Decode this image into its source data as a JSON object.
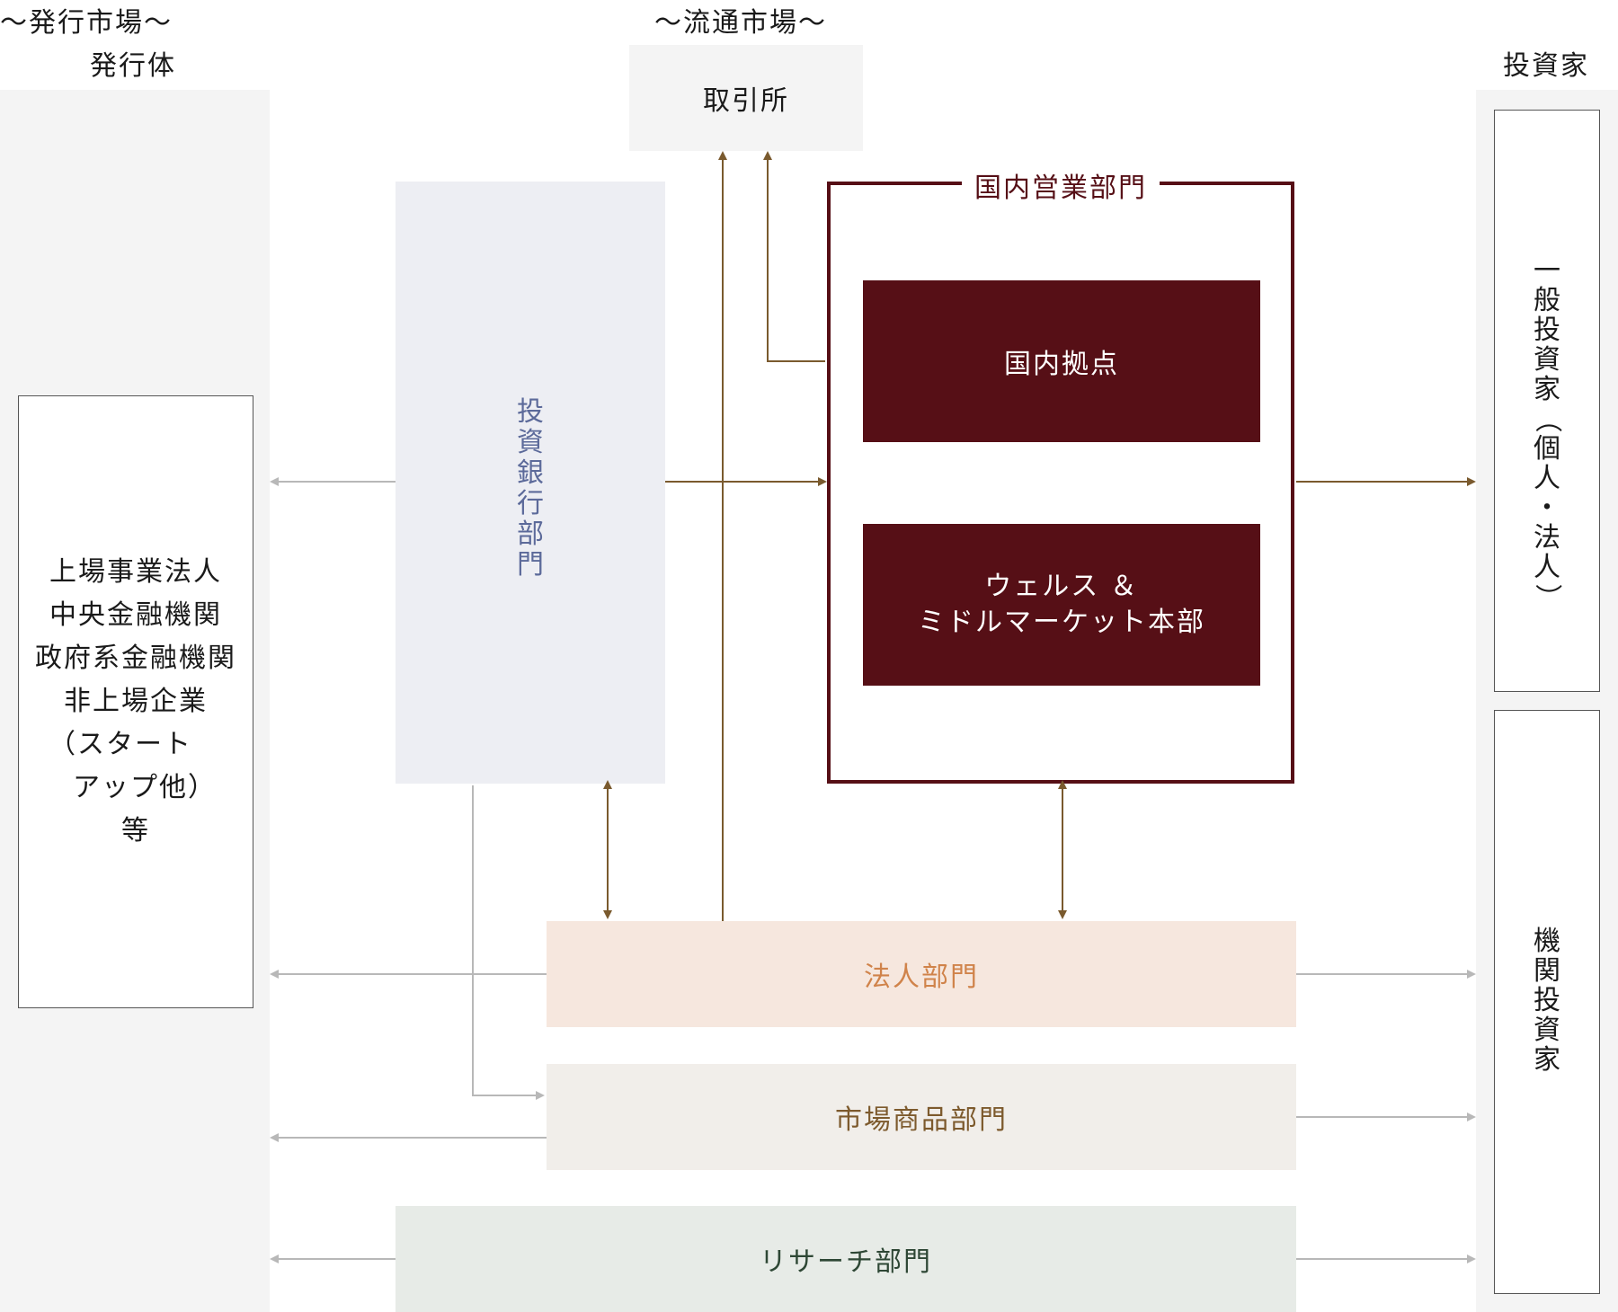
{
  "headers": {
    "issuance_market": "～発行市場～",
    "issuers": "発行体",
    "secondary_market": "～流通市場～",
    "investors": "投資家"
  },
  "exchange": {
    "label": "取引所"
  },
  "issuer_box": {
    "lines": [
      "上場事業法人",
      "中央金融機関",
      "政府系金融機関",
      "非上場企業",
      "（スタート",
      "アップ他）",
      "等"
    ]
  },
  "investment_banking": {
    "label": "投資銀行部門"
  },
  "domestic_sales": {
    "label": "国内営業部門",
    "branches": "国内拠点",
    "wealth_line1": "ウェルス ＆",
    "wealth_line2": "ミドルマーケット本部"
  },
  "corporate": {
    "label": "法人部門"
  },
  "markets": {
    "label": "市場商品部門"
  },
  "research": {
    "label": "リサーチ部門"
  },
  "investor_boxes": {
    "individual": "一般投資家（個人・法人）",
    "institutional": "機関投資家"
  },
  "colors": {
    "dark_red": "#560f16",
    "arrow_brown": "#7a5a2e",
    "arrow_gray": "#b8b8b8",
    "ib_bg": "#edeef3",
    "ib_text": "#5c6a9a",
    "corporate_bg": "#f6e7de",
    "corporate_text": "#d0834a",
    "markets_bg": "#f1eeea",
    "markets_text": "#7d5a2d",
    "research_bg": "#e7ebe7",
    "research_text": "#2e4735"
  }
}
